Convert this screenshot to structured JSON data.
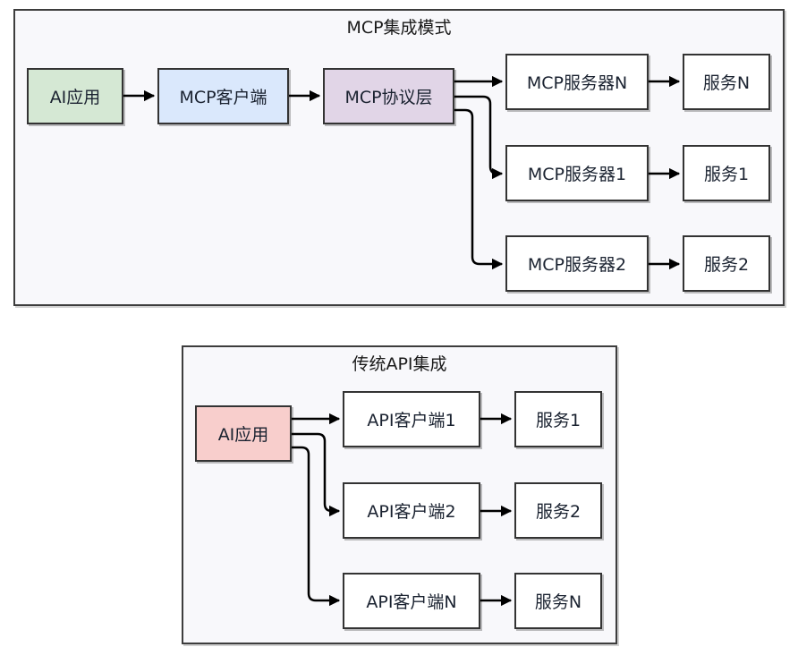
{
  "mcp": {
    "title": "MCP集成模式",
    "ai_app": "AI应用",
    "client": "MCP客户端",
    "protocol": "MCP协议层",
    "server_n": "MCP服务器N",
    "server_1": "MCP服务器1",
    "server_2": "MCP服务器2",
    "service_n": "服务N",
    "service_1": "服务1",
    "service_2": "服务2"
  },
  "api": {
    "title": "传统API集成",
    "ai_app": "AI应用",
    "client_1": "API客户端1",
    "client_2": "API客户端2",
    "client_n": "API客户端N",
    "service_1": "服务1",
    "service_2": "服务2",
    "service_n": "服务N"
  },
  "colors": {
    "ai_app_mcp": "#d5e8d4",
    "mcp_client": "#dae8fc",
    "mcp_protocol": "#e1d5e7",
    "ai_app_api": "#f8cecc",
    "default_node": "#ffffff",
    "group_bg": "#f8f8fb"
  }
}
